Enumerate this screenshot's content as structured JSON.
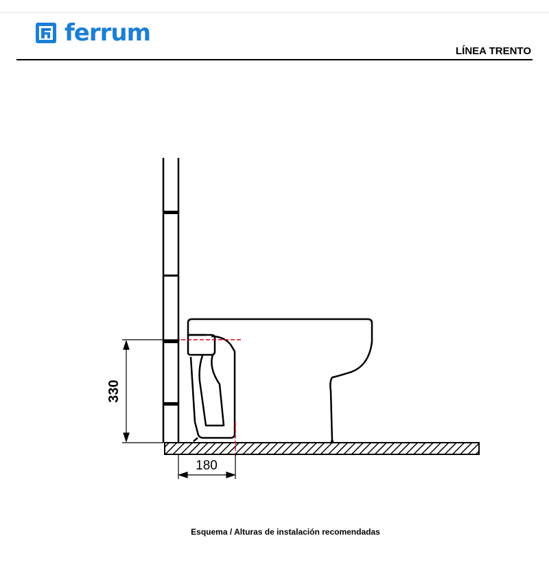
{
  "header": {
    "brand_name": "ferrum",
    "logo_icon": "ferrum-logo-icon",
    "product_line": "LÍNEA TRENTO",
    "brand_color": "#1b7fd6"
  },
  "diagram": {
    "height_label": "330",
    "depth_label": "180",
    "reference_line_color": "#d8001a"
  },
  "caption": {
    "text": "Esquema / Alturas de instalación recomendadas"
  }
}
